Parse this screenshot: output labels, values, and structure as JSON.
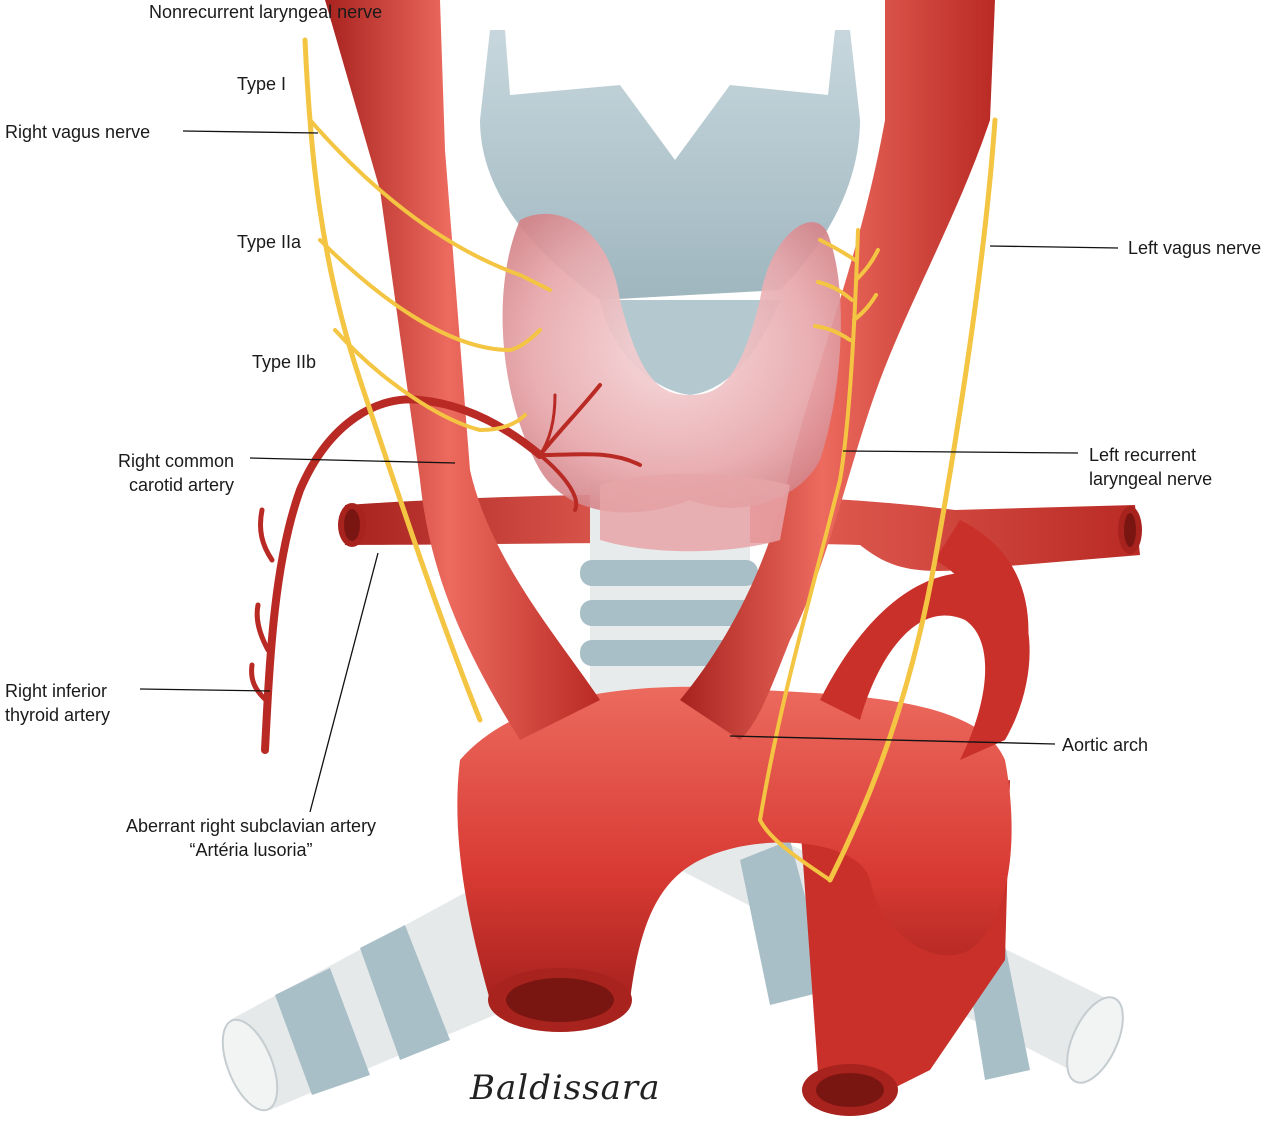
{
  "labels": {
    "nonrecurrent": "Nonrecurrent laryngeal nerve",
    "type1": "Type I",
    "right_vagus": "Right vagus nerve",
    "type2a": "Type IIa",
    "type2b": "Type  IIb",
    "right_common_carotid_1": "Right common",
    "right_common_carotid_2": "carotid artery",
    "right_inferior_thyroid_1": "Right inferior",
    "right_inferior_thyroid_2": "thyroid artery",
    "aberrant_1": "Aberrant right subclavian artery",
    "aberrant_2": "“Artéria lusoria”",
    "left_vagus": "Left vagus nerve",
    "left_recurrent_1": "Left recurrent",
    "left_recurrent_2": "laryngeal nerve",
    "aortic_arch": "Aortic arch"
  },
  "signature": "Baldissara",
  "colors": {
    "artery": "#d83a33",
    "artery_dark": "#a8221e",
    "artery_light": "#ec6a5e",
    "nerve": "#f4c542",
    "cartilage": "#a9bfc7",
    "cartilage_light": "#c9d8de",
    "trachea_ring": "#e6e9ea",
    "thyroid": "#e6a4a8",
    "thyroid_light": "#f3cfd1",
    "leader": "#111111"
  }
}
